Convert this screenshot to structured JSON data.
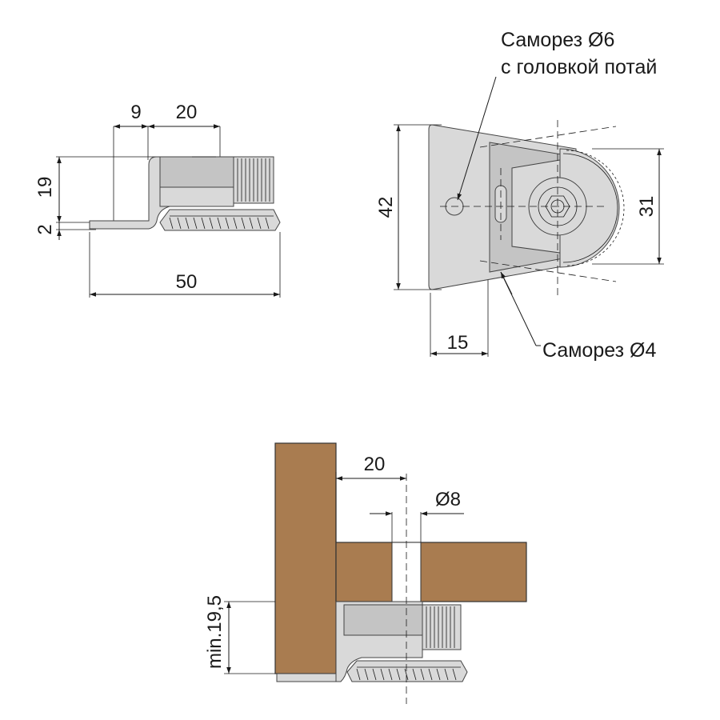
{
  "dimensions": {
    "side_view": {
      "d9": "9",
      "d20": "20",
      "d19": "19",
      "d2": "2",
      "d50": "50"
    },
    "top_view": {
      "d42": "42",
      "d31": "31",
      "d15": "15"
    },
    "assembly": {
      "d20": "20",
      "d8": "Ø8",
      "min": "min.19,5"
    }
  },
  "callouts": {
    "screw6_line1": "Саморез Ø6",
    "screw6_line2": "с головкой потай",
    "screw4": "Саморез Ø4"
  },
  "colors": {
    "wood": "#a97c50",
    "metal": "#d9d9d9",
    "line": "#1a1a1a"
  }
}
